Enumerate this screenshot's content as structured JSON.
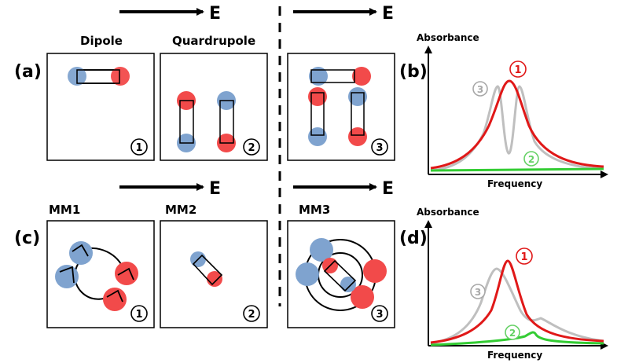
{
  "field_label": "E",
  "row_a": {
    "panel_label": "(a)",
    "col1_title": "Dipole",
    "col2_title": "Quardrupole",
    "badge1": "1",
    "badge2": "2",
    "badge3": "3"
  },
  "row_c": {
    "panel_label": "(c)",
    "col1_title": "MM1",
    "col2_title": "MM2",
    "col3_title": "MM3",
    "badge1": "1",
    "badge2": "2",
    "badge3": "3"
  },
  "plot_b": {
    "panel_label": "(b)",
    "ylabel": "Absorbance",
    "xlabel": "Frequency",
    "curve_label_red": "1",
    "curve_label_green": "2",
    "curve_label_gray": "3"
  },
  "plot_d": {
    "panel_label": "(d)",
    "ylabel": "Absorbance",
    "xlabel": "Frequency",
    "curve_label_red": "1",
    "curve_label_green": "2",
    "curve_label_gray": "3"
  },
  "colors": {
    "blue_charge": "#7fa3cf",
    "red_charge": "#f24a4a",
    "curve_red": "#e01818",
    "curve_green": "#33cc33",
    "curve_gray": "#bfbfbf"
  }
}
